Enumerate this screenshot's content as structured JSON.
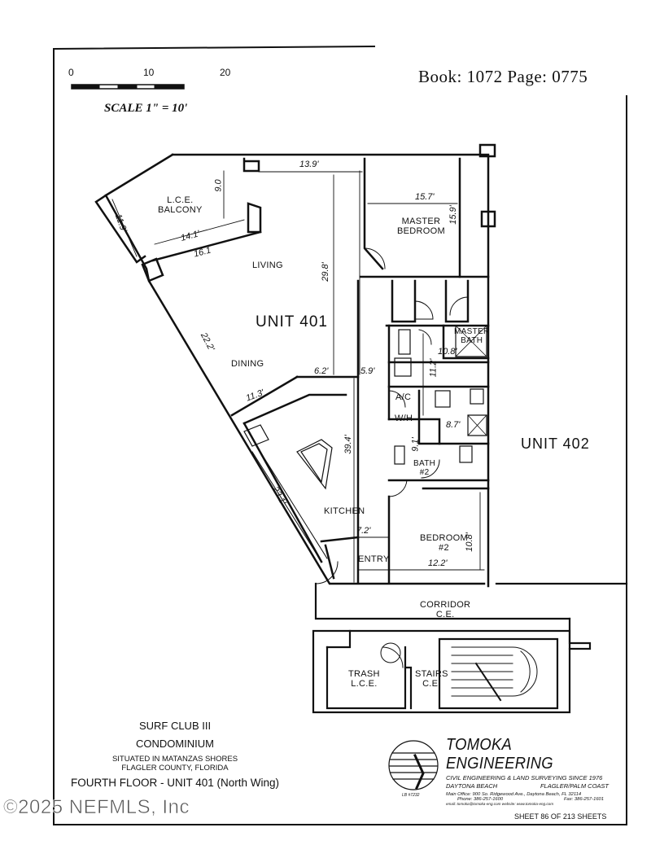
{
  "header": {
    "book_page": "Book: 1072 Page: 0775",
    "scale_text": "SCALE 1\" = 10'",
    "scale_ticks": [
      "0",
      "10",
      "20"
    ]
  },
  "rooms": {
    "balcony": "L.C.E.\nBALCONY",
    "living": "LIVING",
    "unit_401": "UNIT 401",
    "dining": "DINING",
    "master_bedroom": "MASTER\nBEDROOM",
    "master_bath": "MASTER\nBATH",
    "ac": "A/C",
    "wh": "W/H",
    "bath2": "BATH\n#2",
    "unit_402": "UNIT 402",
    "kitchen": "KITCHEN",
    "bedroom2": "BEDROOM\n#2",
    "entry": "ENTRY",
    "corridor": "CORRIDOR\nC.E.",
    "trash": "TRASH\nL.C.E.",
    "stairs": "STAIRS\nC.E."
  },
  "dimensions": {
    "d_13_9": "13.9'",
    "d_9_0": "9.0",
    "d_11_9": "11.9'",
    "d_14_1": "14.1'",
    "d_16_1": "16.1",
    "d_15_7": "15.7'",
    "d_15_9": "15.9'",
    "d_29_8": "29.8'",
    "d_22_2": "22.2'",
    "d_6_2": "6.2'",
    "d_5_9": "5.9'",
    "d_10_8a": "10.8'",
    "d_11_2": "11.2'",
    "d_11_3": "11.3'",
    "d_8_7": "8.7'",
    "d_9_1": "9.1'",
    "d_39_4": "39.4'",
    "d_23_1": "23.1'",
    "d_7_2": "7.2'",
    "d_10_8b": "10.8'",
    "d_12_2": "12.2'"
  },
  "title_block": {
    "line1": "SURF CLUB III",
    "line2": "CONDOMINIUM",
    "line3": "SITUATED IN MATANZAS SHORES",
    "line4": "FLAGLER COUNTY, FLORIDA",
    "line5": "FOURTH FLOOR - UNIT 401 (North Wing)"
  },
  "company": {
    "name": "TOMOKA ENGINEERING",
    "tagline": "CIVIL ENGINEERING & LAND SURVEYING SINCE 1976",
    "office_left": "DAYTONA BEACH",
    "office_right": "FLAGLER/PALM COAST",
    "address": "Main Office: 900 So. Ridgewood Ave., Daytona Beach, FL 32114",
    "phone": "Phone: 386-257-1600",
    "fax": "Fax: 386-257-1601",
    "web": "email: tomoka@tomoka-eng.com     website: www.tomoka-eng.com",
    "lb": "LB #7232"
  },
  "sheet": "SHEET 86 OF 213 SHEETS",
  "watermark": "©2025 NEFMLS, Inc",
  "colors": {
    "ink": "#111111",
    "paper": "#ffffff",
    "watermark": "#555555"
  }
}
